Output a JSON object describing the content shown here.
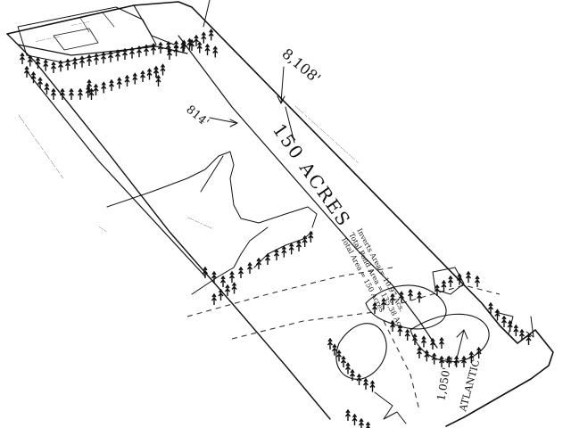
{
  "plat": {
    "area_label": "150 ACRES",
    "dimension_long": "8,108'",
    "dimension_mid": "814'",
    "dimension_front": "1,050' ±",
    "road_label": "ATLANTIC",
    "summary_lines": [
      "Inverts Area = 10.97 Acs.",
      "Total Pond Area = 135.38 Acs.",
      "Total Area = 150 Acres"
    ],
    "colors": {
      "ink": "#111111",
      "paper": "#ffffff"
    },
    "feature_icons": [
      "tree-symbol",
      "stream-line",
      "dimension-arrow"
    ]
  }
}
